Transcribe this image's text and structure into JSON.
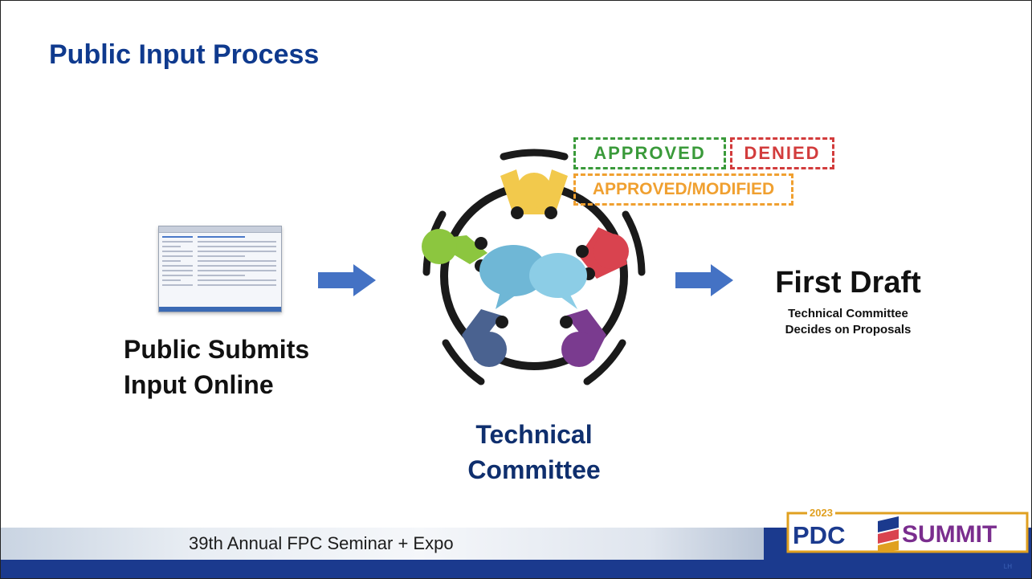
{
  "slide": {
    "title": "Public Input Process"
  },
  "left_block": {
    "line1": "Public Submits",
    "line2": "Input Online"
  },
  "center_block": {
    "line1": "Technical",
    "line2": "Committee"
  },
  "right_block": {
    "title": "First Draft",
    "sub1": "Technical Committee",
    "sub2": "Decides on Proposals"
  },
  "stamps": {
    "approved": "APPROVED",
    "denied": "DENIED",
    "modified": "APPROVED/MODIFIED"
  },
  "footer": {
    "event": "39th Annual FPC Seminar + Expo",
    "initials": "LH",
    "logo_year": "2023",
    "logo_pdc": "PDC",
    "logo_summit": "SUMMIT"
  },
  "colors": {
    "title": "#0f3a8e",
    "arrow": "#4472c4",
    "band": "#1b3a8e",
    "person_yellow": "#f2c94c",
    "person_red": "#d9434f",
    "person_green": "#8cc63f",
    "person_purple": "#7a3b8f",
    "person_slate": "#4a6290",
    "bubble": "#6fb7d6"
  }
}
